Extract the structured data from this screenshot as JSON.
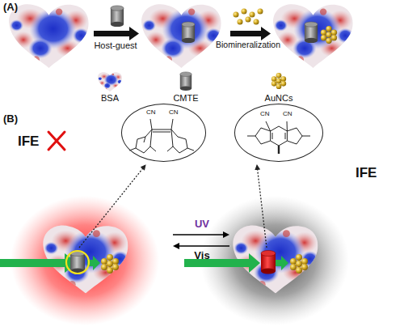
{
  "diagram": {
    "nodes": [
      {
        "text": [
          "CN",
          "CN"
        ]
      },
      {
        "text": [
          "CN",
          "CN"
        ]
      }
    ],
    "labels": [
      "(A)",
      "Host-guest",
      "Biomineralization",
      "(B)",
      "IFE",
      "IFE",
      "UV",
      "Vis"
    ],
    "legend": [
      {
        "text": "BSA"
      },
      {
        "text": "CMTE"
      },
      {
        "text": "AuNCs"
      }
    ]
  }
}
